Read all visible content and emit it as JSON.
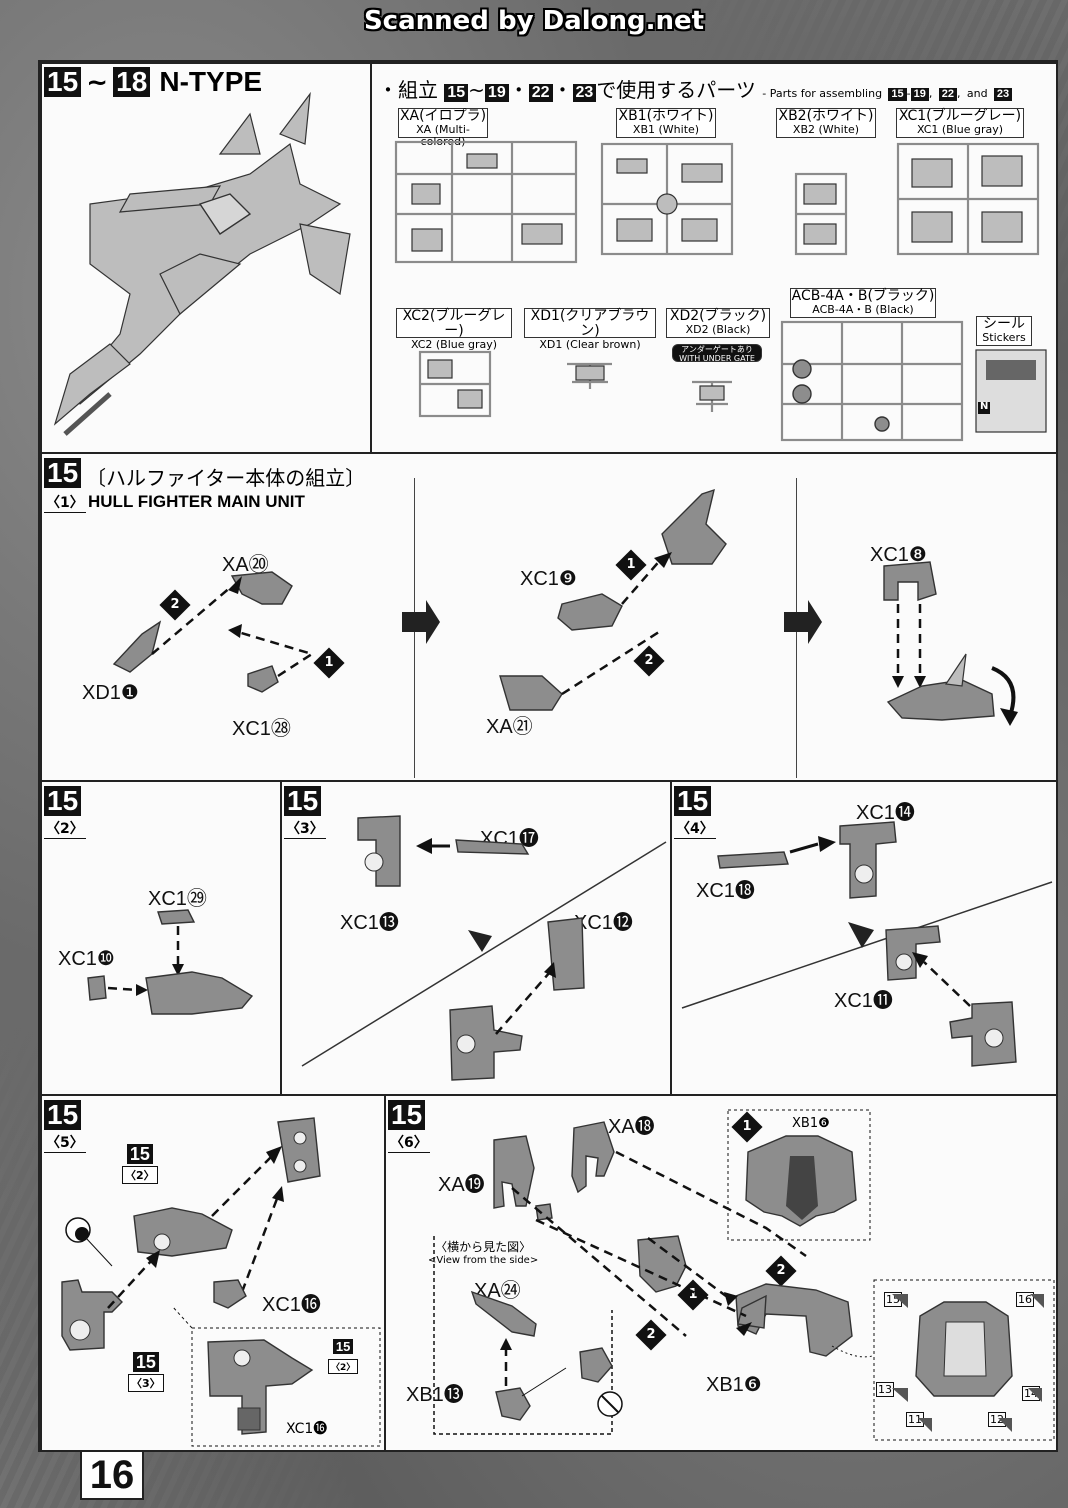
{
  "header": {
    "scan_credit": "Scanned by Dalong.net"
  },
  "top_left": {
    "step_range": [
      "15",
      "18"
    ],
    "separator": "~",
    "title": "N-TYPE"
  },
  "parts_panel": {
    "bullet": "・",
    "title_jp_prefix": "組立",
    "title_steps": [
      "15",
      "19",
      "22",
      "23"
    ],
    "title_jp_suffix": "で使用するパーツ",
    "title_en": "- Parts for assembling",
    "title_en_and": "and",
    "runners": [
      {
        "jp": "XA(イロプラ)",
        "en": "XA (Multi-colored)"
      },
      {
        "jp": "XB1(ホワイト)",
        "en": "XB1 (White)"
      },
      {
        "jp": "XB2(ホワイト)",
        "en": "XB2 (White)"
      },
      {
        "jp": "XC1(ブルーグレー)",
        "en": "XC1 (Blue gray)"
      },
      {
        "jp": "XC2(ブルーグレー)",
        "en": "XC2 (Blue gray)"
      },
      {
        "jp": "XD1(クリアブラウン)",
        "en": "XD1 (Clear brown)"
      },
      {
        "jp": "XD2(ブラック)",
        "en": "XD2 (Black)"
      },
      {
        "jp": "ACB-4A・B(ブラック)",
        "en": "ACB-4A・B (Black)"
      }
    ],
    "under_gate": {
      "jp": "アンダーゲートあり",
      "en": "WITH UNDER GATE"
    },
    "stickers": {
      "jp": "シール",
      "en": "Stickers",
      "mark": "N"
    }
  },
  "step15_1": {
    "step": "15",
    "title_jp": "〔ハルファイター本体の組立〕",
    "sub": "〈1〉",
    "title_en": "HULL FIGHTER MAIN UNIT",
    "labels": {
      "xa20": "XA⑳",
      "xd1_1": "XD1❶",
      "xc1_28": "XC1㉘",
      "xc1_9": "XC1❾",
      "xa21": "XA㉑",
      "xc1_8": "XC1❽"
    },
    "order": [
      "1",
      "2"
    ]
  },
  "step15_2": {
    "step": "15",
    "sub": "〈2〉",
    "labels": {
      "xc1_29": "XC1㉙",
      "xc1_10": "XC1❿"
    }
  },
  "step15_3": {
    "step": "15",
    "sub": "〈3〉",
    "labels": {
      "xc1_17": "XC1⓱",
      "xc1_13": "XC1⓭",
      "xc1_12": "XC1⓬"
    }
  },
  "step15_4": {
    "step": "15",
    "sub": "〈4〉",
    "labels": {
      "xc1_14": "XC1⓮",
      "xc1_18": "XC1⓲",
      "xc1_11": "XC1⓫"
    }
  },
  "step15_5": {
    "step": "15",
    "sub": "〈5〉",
    "refs": [
      {
        "step": "15",
        "sub": "〈2〉"
      },
      {
        "step": "15",
        "sub": "〈3〉"
      }
    ],
    "labels": {
      "xc1_16": "XC1⓰",
      "xc1_16_small": "XC1⓰"
    }
  },
  "step15_6": {
    "step": "15",
    "sub": "〈6〉",
    "labels": {
      "xa18": "XA⓲",
      "xa19": "XA⓳",
      "xa24": "XA㉔",
      "xb1_13": "XB1⓭",
      "xb1_6": "XB1❻",
      "xb1_6_inset": "XB1❻"
    },
    "side_view": {
      "jp": "〈横から見た図〉",
      "en": "<View from the side>"
    },
    "sticker_numbers": [
      "15",
      "16",
      "13",
      "14",
      "11",
      "12"
    ],
    "order": [
      "1",
      "2"
    ]
  },
  "footer": {
    "page_number": "16"
  }
}
